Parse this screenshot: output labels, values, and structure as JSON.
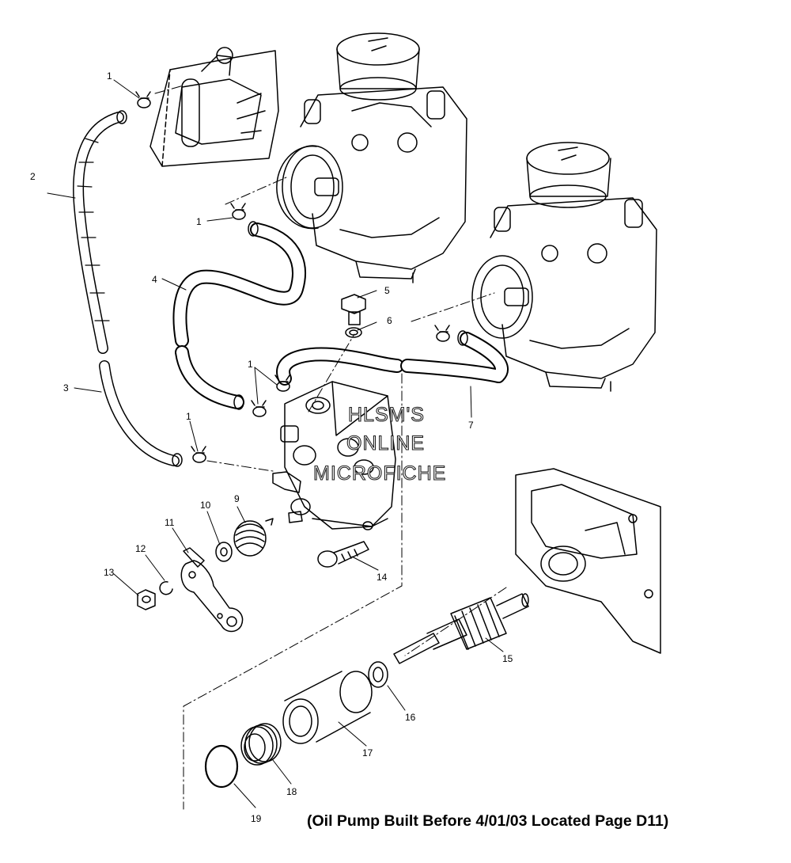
{
  "diagram": {
    "callouts": [
      {
        "id": "c1a",
        "text": "1"
      },
      {
        "id": "c1b",
        "text": "1"
      },
      {
        "id": "c1c",
        "text": "1"
      },
      {
        "id": "c1d",
        "text": "1"
      },
      {
        "id": "c2",
        "text": "2"
      },
      {
        "id": "c3",
        "text": "3"
      },
      {
        "id": "c4",
        "text": "4"
      },
      {
        "id": "c5",
        "text": "5"
      },
      {
        "id": "c6",
        "text": "6"
      },
      {
        "id": "c7",
        "text": "7"
      },
      {
        "id": "c9",
        "text": "9"
      },
      {
        "id": "c10",
        "text": "10"
      },
      {
        "id": "c11",
        "text": "11"
      },
      {
        "id": "c12",
        "text": "12"
      },
      {
        "id": "c13",
        "text": "13"
      },
      {
        "id": "c14",
        "text": "14"
      },
      {
        "id": "c15",
        "text": "15"
      },
      {
        "id": "c16",
        "text": "16"
      },
      {
        "id": "c17",
        "text": "17"
      },
      {
        "id": "c18",
        "text": "18"
      },
      {
        "id": "c19",
        "text": "19"
      }
    ]
  },
  "watermark": {
    "line1": "HLSM'S",
    "line2": "ONLINE",
    "line3": "MICROFICHE"
  },
  "footer": {
    "note": "(Oil Pump Built Before 4/01/03 Located Page D11)"
  }
}
